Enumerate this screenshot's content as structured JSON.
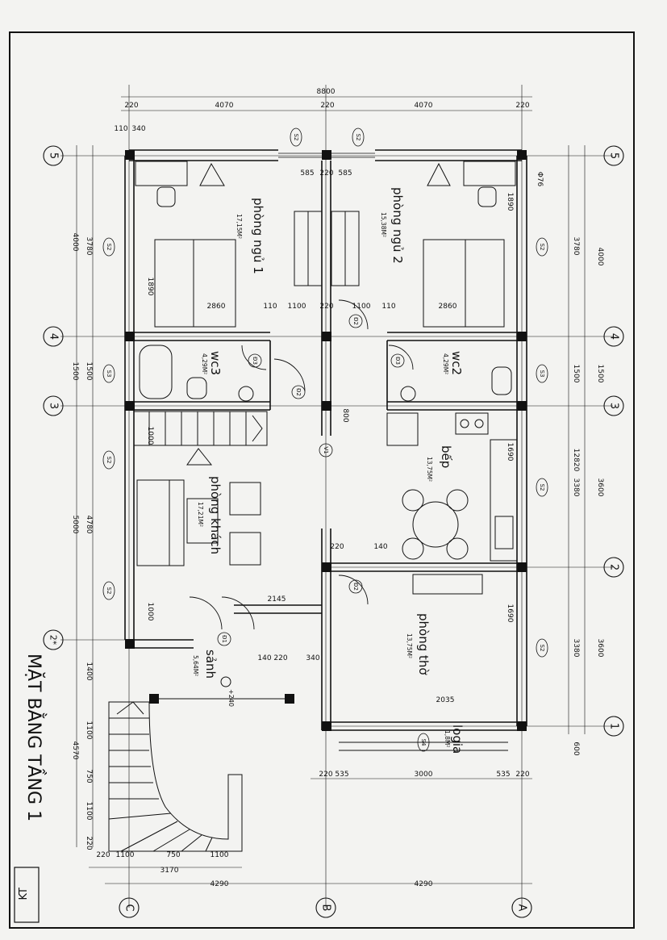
{
  "sheet": {
    "title": "MẶT BẰNG TẦNG 1",
    "title_block": "KT"
  },
  "grid_rows": [
    "5",
    "4",
    "3",
    "2",
    "2*",
    "1"
  ],
  "grid_cols": [
    "C",
    "B",
    "A"
  ],
  "rooms": {
    "bed1": {
      "name": "phòng ngủ 1",
      "area": "17,15M²"
    },
    "bed2": {
      "name": "phòng ngủ 2",
      "area": "15,38M²"
    },
    "wc3": {
      "name": "wc3",
      "area": "4,29M²"
    },
    "wc2": {
      "name": "wc2",
      "area": "4,29M²"
    },
    "kitchen": {
      "name": "bếp",
      "area": "13,75M²"
    },
    "living": {
      "name": "phòng khách",
      "area": "17,21M²"
    },
    "altar": {
      "name": "phòng thờ",
      "area": "13,75M²"
    },
    "hall": {
      "name": "sảnh",
      "area": "5,64M²"
    },
    "loggia": {
      "name": "logia",
      "area": "1,8M²"
    }
  },
  "doors": {
    "d1": "Đ1",
    "d2": "Đ2",
    "d3": "Đ3",
    "v1": "V1"
  },
  "windows": {
    "s2": "S2",
    "s3": "S3",
    "s4": "S4"
  },
  "level": "+240",
  "dims_top": {
    "total": "8800",
    "w220": "220",
    "bay": "4070",
    "w110a": "110",
    "w340": "340",
    "c585": "585"
  },
  "dims_bottom": {
    "total_half": "4290",
    "c3000": "3000",
    "c535": "535",
    "c220": "220",
    "c3170": "3170",
    "c1100": "1100",
    "c750": "750",
    "c2035": "2035"
  },
  "dims_left": {
    "d4000": "4000",
    "d3780": "3780",
    "d1500": "1500",
    "d5000": "5000",
    "d4780": "4780",
    "d1400": "1400",
    "d4570": "4570",
    "d1100": "1100",
    "d750": "750",
    "d220": "220",
    "d110": "110",
    "d140": "140",
    "d1000": "1000",
    "d1890": "1890"
  },
  "dims_right": {
    "d12820": "12820",
    "d3600": "3600",
    "d3380": "3380",
    "d1690": "1690",
    "d600": "600",
    "d1100": "1100",
    "d2860": "2860",
    "d2145": "2145",
    "d800": "800",
    "d276": "Φ76"
  }
}
